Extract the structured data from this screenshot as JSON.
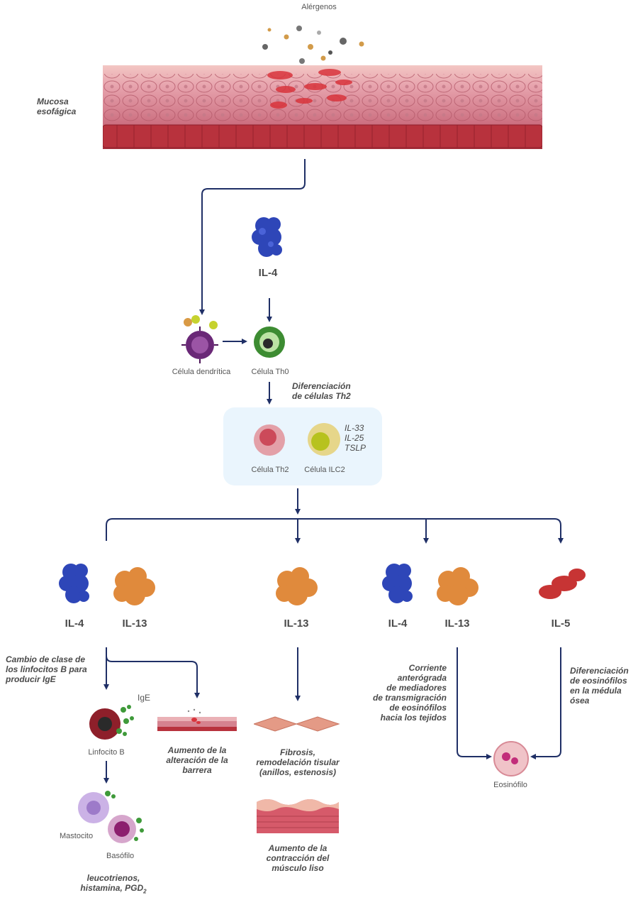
{
  "allergens": "Alérgenos",
  "mucosa": "Mucosa\nesofágica",
  "top_il4": "IL-4",
  "dendritic": "Célula dendrítica",
  "th0": "Célula Th0",
  "th2_diff": "Diferenciación\nde células Th2",
  "th2": "Célula Th2",
  "ilc2": "Célula ILC2",
  "cytokines_ilc2": [
    "IL-33",
    "IL-25",
    "TSLP"
  ],
  "row_labels": {
    "il4_left": "IL-4",
    "il13_left": "IL-13",
    "il13_mid": "IL-13",
    "il4_right": "IL-4",
    "il13_right": "IL-13",
    "il5": "IL-5"
  },
  "b_cell_switch": "Cambio de clase de\nlos linfocitos B para\nproducir IgE",
  "ige": "IgE",
  "b_cell": "Linfocito B",
  "mast_cell": "Mastocito",
  "basophil": "Basófilo",
  "mediators_text": "leucotrienos,\nhistamina, PGD",
  "mediators_sub": "2",
  "barrier": "Aumento de la\nalteración de la\nbarrera",
  "fibrosis": "Fibrosis,\nremodelación tisular\n(anillos, estenosis)",
  "smooth_muscle": "Aumento de la\ncontracción del\nmúsculo liso",
  "transmigration": "Corriente\nanterógrada\nde mediadores\nde transmigración\nde eosinófilos\nhacia los tejidos",
  "eos_diff": "Diferenciación\nde eosinófilos\nen la médula\nósea",
  "eosinophil": "Eosinófilo",
  "colors": {
    "arrow": "#1f2f66",
    "il4_protein": "#2e46b8",
    "il13_protein": "#e08a3c",
    "il5_protein": "#c73434",
    "mucosa": "#d8808e",
    "box_bg": "#eaf5fd"
  }
}
